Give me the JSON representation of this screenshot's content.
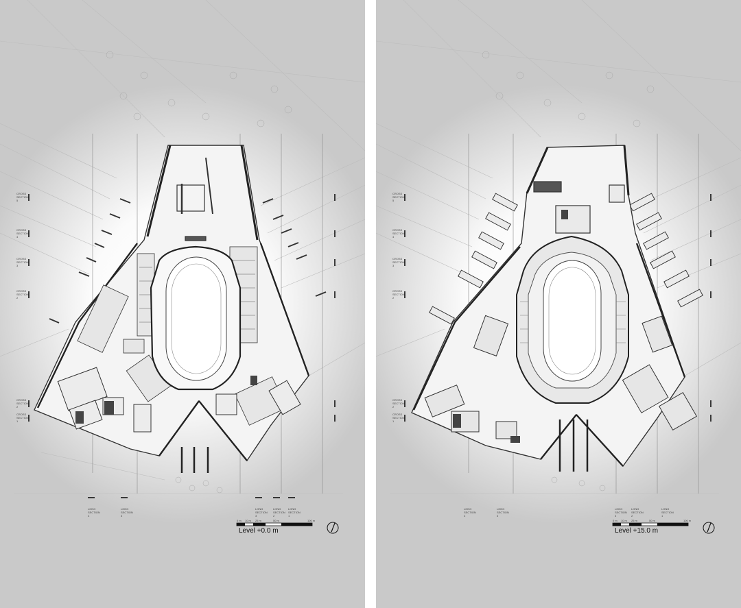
{
  "sheets": [
    {
      "level_label": "Level +0.0 m",
      "scale_ticks": [
        "0 m",
        "10 m",
        "25 m",
        "50 m",
        "100 m"
      ],
      "cross_sections": [
        "CROSS SECTION 5",
        "CROSS SECTION 4",
        "CROSS SECTION 3",
        "CROSS SECTION 2",
        "CROSS SECTION 2",
        "CROSS SECTION 1"
      ],
      "long_sections": [
        "LONG SECTION 4",
        "LONG SECTION 3",
        "LONG SECTION 3",
        "LONG SECTION 2",
        "LONG SECTION 1"
      ]
    },
    {
      "level_label": "Level +15.0 m",
      "scale_ticks": [
        "0 m",
        "10 m",
        "25 m",
        "50 m",
        "100 m"
      ],
      "cross_sections": [
        "CROSS SECTION 5",
        "CROSS SECTION 4",
        "CROSS SECTION 3",
        "CROSS SECTION 2",
        "CROSS SECTION 2",
        "CROSS SECTION 1"
      ],
      "long_sections": [
        "LONG SECTION 4",
        "LONG SECTION 3",
        "LONG SECTION 3",
        "LONG SECTION 2",
        "LONG SECTION 1"
      ]
    }
  ]
}
